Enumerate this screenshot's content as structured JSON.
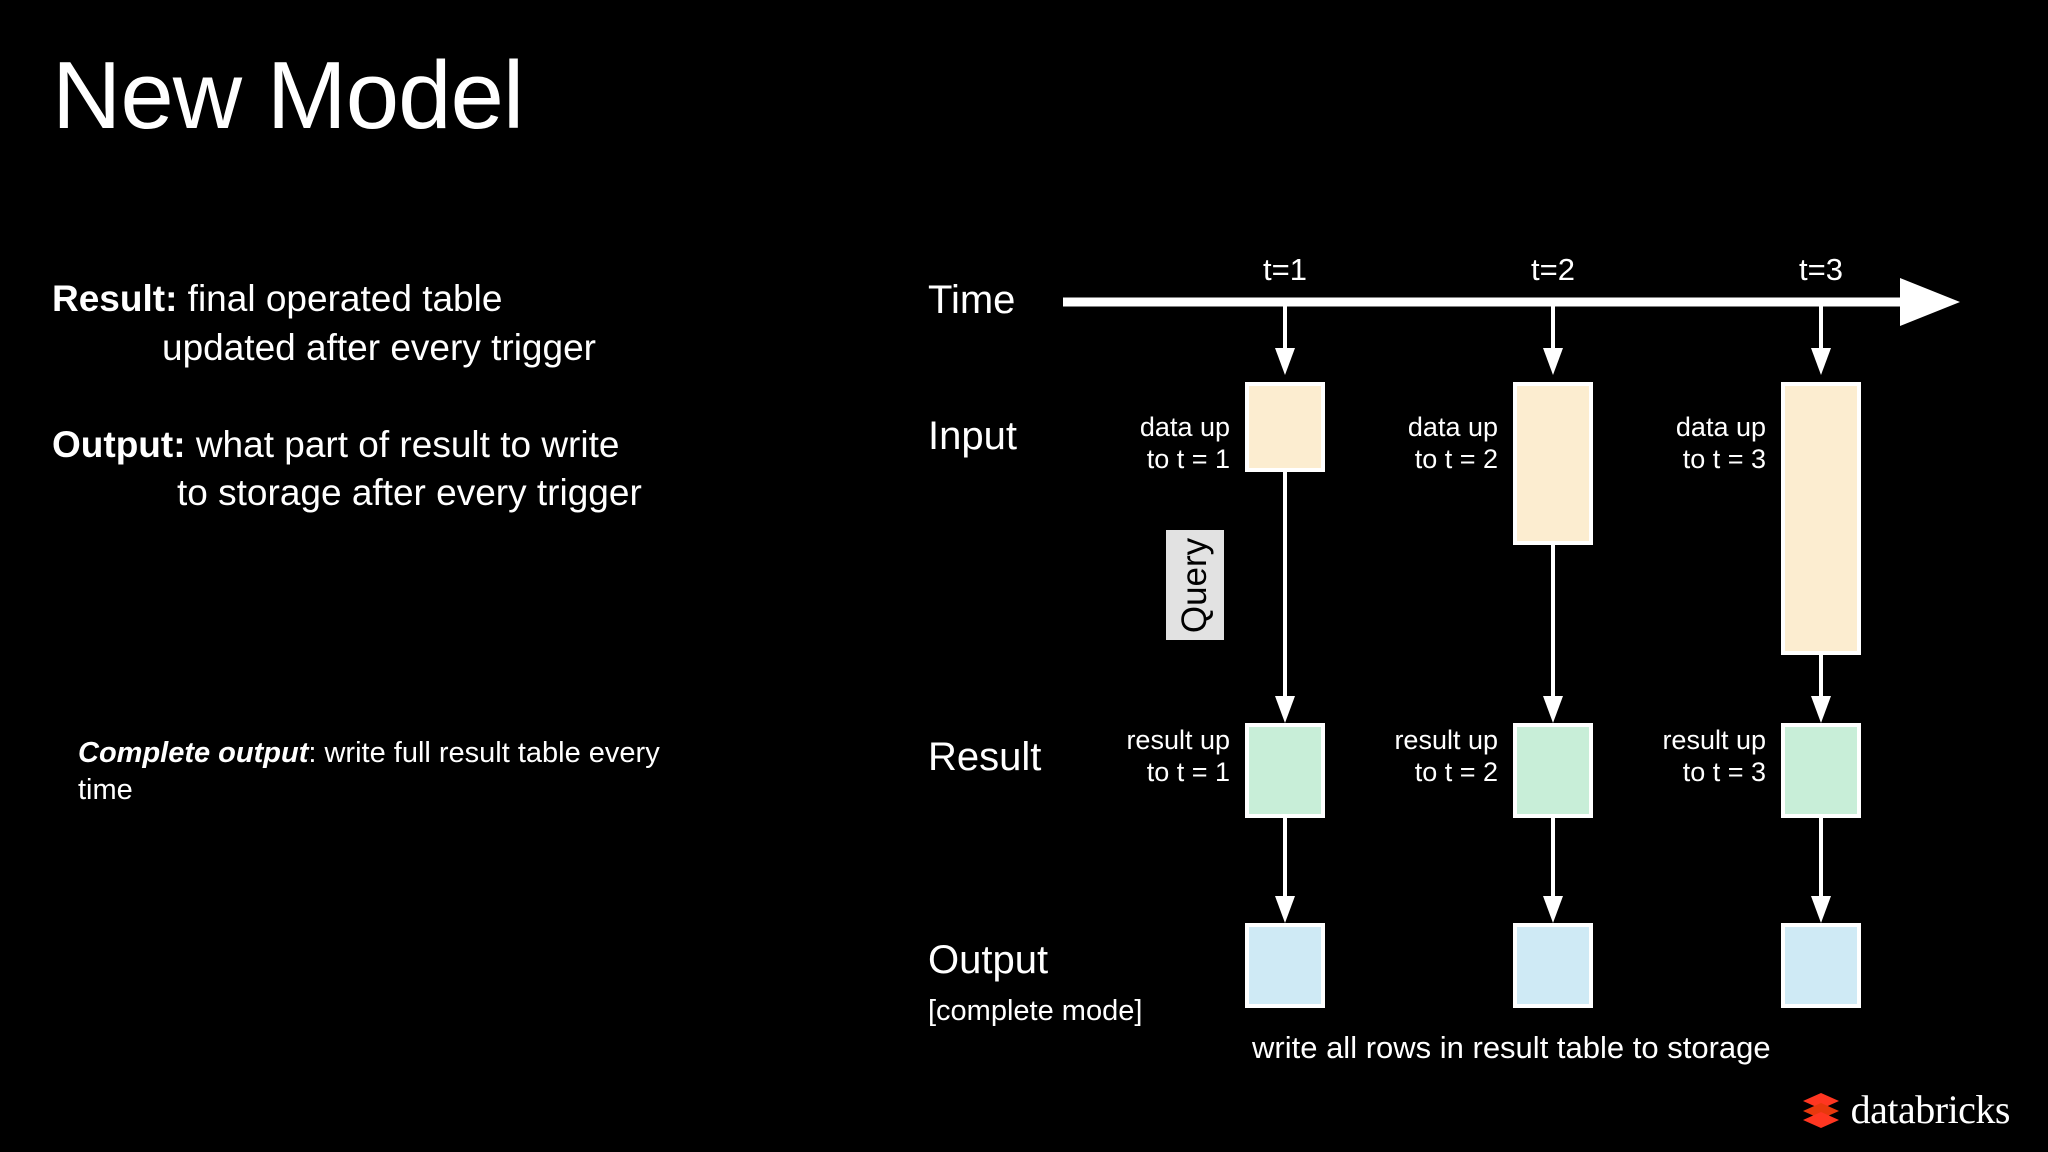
{
  "slide": {
    "title": "New Model",
    "background_color": "#000000",
    "text_color": "#ffffff"
  },
  "bullets": [
    {
      "lead": "Result:",
      "line1": " final operated table",
      "line2": "updated after every trigger"
    },
    {
      "lead": "Output:",
      "line1": " what part of result to write",
      "line2": "to storage after every trigger"
    }
  ],
  "note": {
    "lead": "Complete output",
    "rest": ": write full result table every time"
  },
  "diagram": {
    "row_labels": {
      "time": "Time",
      "input": "Input",
      "result": "Result",
      "output": "Output",
      "output_sub": "[complete mode]"
    },
    "tick_labels": [
      "t=1",
      "t=2",
      "t=3"
    ],
    "query_label": "Query",
    "input_captions": [
      {
        "line1": "data up",
        "line2": "to t = 1"
      },
      {
        "line1": "data up",
        "line2": "to t = 2"
      },
      {
        "line1": "data up",
        "line2": "to t = 3"
      }
    ],
    "result_captions": [
      {
        "line1": "result up",
        "line2": "to t = 1"
      },
      {
        "line1": "result up",
        "line2": "to t = 2"
      },
      {
        "line1": "result up",
        "line2": "to t = 3"
      }
    ],
    "bottom_caption": "write all rows in result table to storage",
    "colors": {
      "input_box": "#fcedd0",
      "result_box": "#c8eed8",
      "output_box": "#cfeaf5",
      "query_tag": "#e2e2e2",
      "stroke": "#ffffff"
    }
  },
  "logo": {
    "name": "databricks",
    "mark_colors": [
      "#ff3621",
      "#ff5f46",
      "#e8380d"
    ]
  }
}
